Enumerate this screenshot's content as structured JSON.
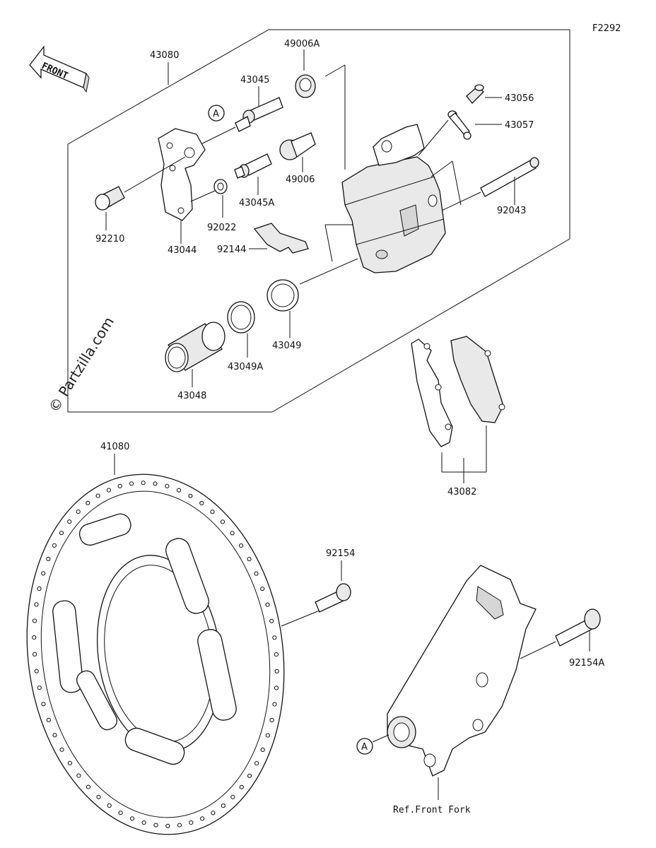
{
  "figure_code": "F2292",
  "watermark": "© Partzilla.com",
  "front_arrow_text": "FRONT",
  "ref_marker": "A",
  "ref_front_fork": "Ref.Front Fork",
  "parts": {
    "p43080": "43080",
    "p49006A": "49006A",
    "p43045": "43045",
    "p43056": "43056",
    "p43057": "43057",
    "p92043": "92043",
    "p49006": "49006",
    "p43045A": "43045A",
    "p92210": "92210",
    "p92022": "92022",
    "p43044": "43044",
    "p92144": "92144",
    "p43049": "43049",
    "p43049A": "43049A",
    "p43048": "43048",
    "p43082": "43082",
    "p41080": "41080",
    "p92154": "92154",
    "p92154A": "92154A"
  }
}
